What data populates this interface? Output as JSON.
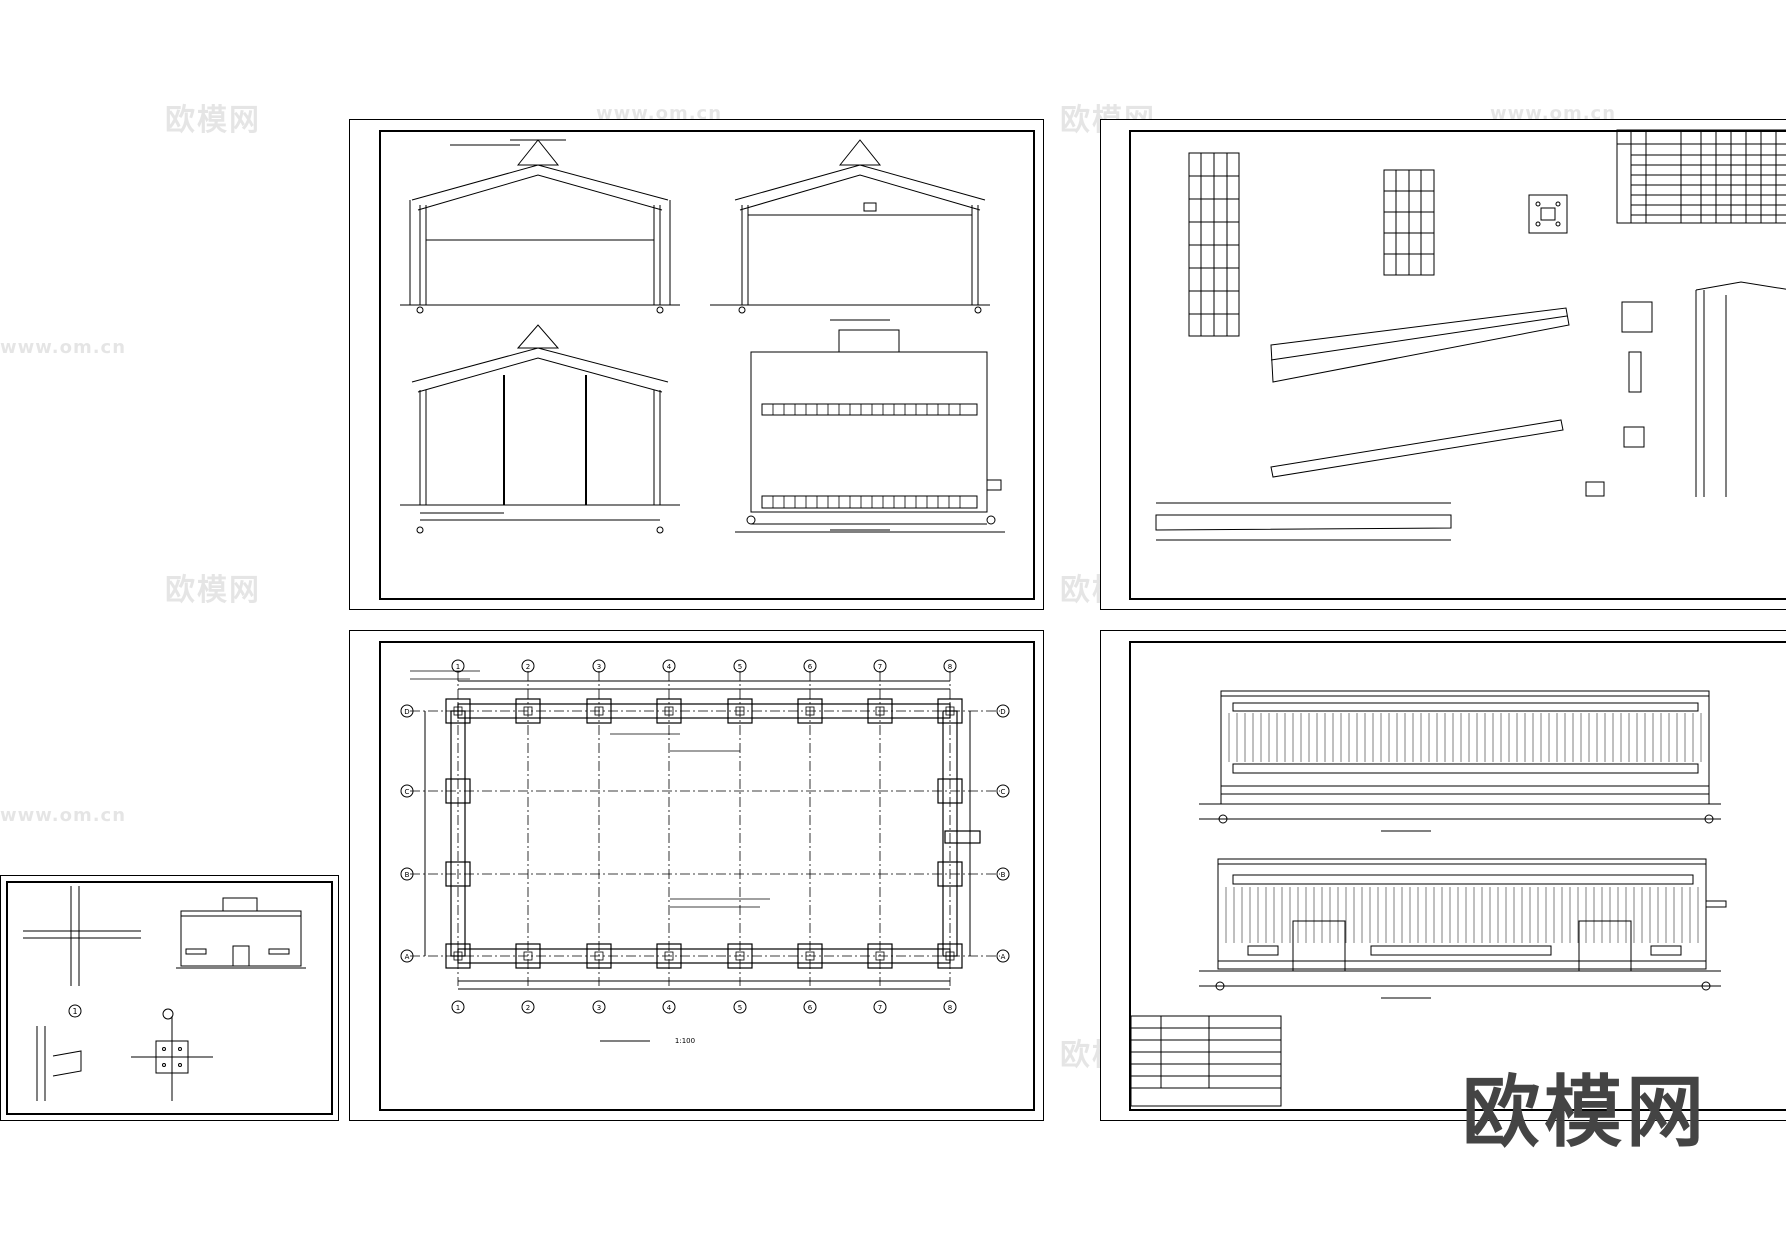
{
  "scale_note": "1:100",
  "axis_numbers": [
    "1",
    "2",
    "3",
    "4",
    "5",
    "6",
    "7",
    "8"
  ],
  "axis_letters": [
    "D",
    "C",
    "B",
    "A"
  ],
  "small_sheet_circle_label": "1",
  "watermarks": {
    "brand": "欧模网",
    "url": "www.om.cn"
  },
  "logo_text": "欧模网",
  "colors": {
    "line": "#000000",
    "background": "#ffffff",
    "watermark": "#e6e6e6"
  }
}
